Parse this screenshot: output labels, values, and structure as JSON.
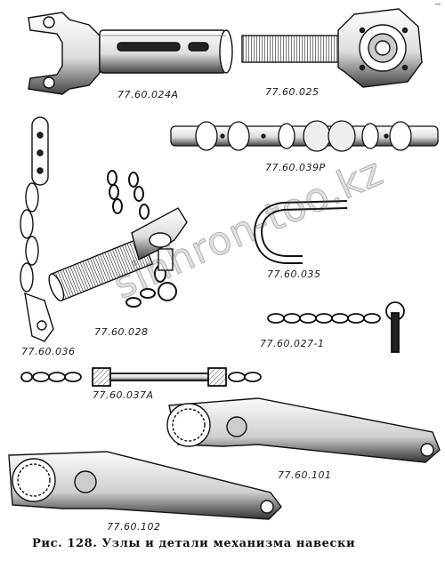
{
  "caption": "Рис. 128. Узлы и детали механизма навески",
  "watermark": "sinhron-too.kz",
  "corner_mark": "~",
  "parts": [
    {
      "id": "p1",
      "label": "77.60.024А"
    },
    {
      "id": "p2",
      "label": "77.60.025"
    },
    {
      "id": "p3",
      "label": "77.60.039Р"
    },
    {
      "id": "p4",
      "label": "77.60.035"
    },
    {
      "id": "p5",
      "label": "77.60.036"
    },
    {
      "id": "p6",
      "label": "77.60.028"
    },
    {
      "id": "p7",
      "label": "77.60.027-1"
    },
    {
      "id": "p8",
      "label": "77.60.037А"
    },
    {
      "id": "p9",
      "label": "77.60.101"
    },
    {
      "id": "p10",
      "label": "77.60.102"
    }
  ]
}
